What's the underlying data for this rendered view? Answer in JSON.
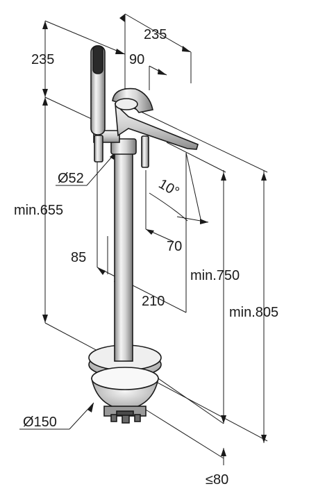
{
  "dimensions": {
    "top_left": "235",
    "top_right": "235",
    "spout_offset": "90",
    "column_diameter": "Ø52",
    "height_to_handshower": "min.655",
    "spout_angle": "10°",
    "spout_bottom_offset": "70",
    "column_to_handshower": "85",
    "column_to_spout_tip": "210",
    "height_to_spout": "min.750",
    "total_height": "min.805",
    "base_diameter": "Ø150",
    "base_depth": "≤80"
  }
}
